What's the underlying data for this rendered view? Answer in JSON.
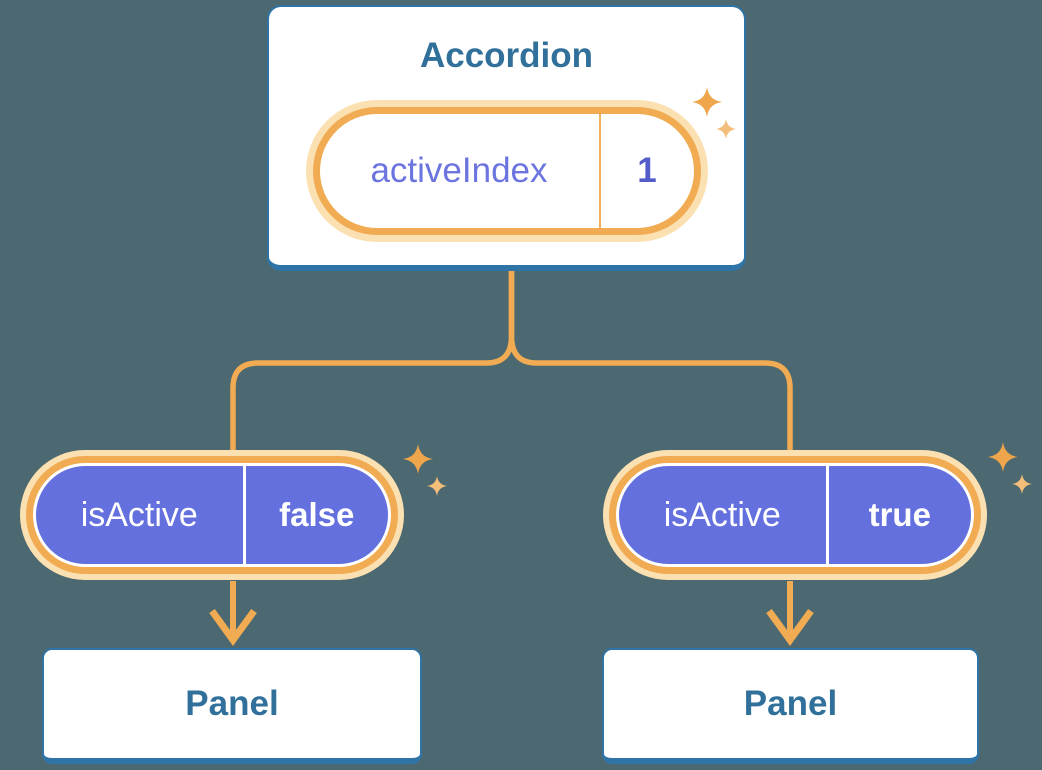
{
  "colors": {
    "background": "#4C6870",
    "card_fill": "#FFFFFF",
    "card_border_blue": "#2E74A6",
    "heading_text_blue": "#30709A",
    "connector_orange": "#F1AB53",
    "pill_glow_cream": "#FBE1B2",
    "pill_divider_orange": "#F2B05C",
    "prop_pill_purple": "#6470DE",
    "state_label_purple": "#6B74DF",
    "state_value_indigo": "#545CC9",
    "text_on_purple": "#FFFFFF"
  },
  "icons": {
    "sparkle": "four-point star",
    "arrow_down": "orange V-head down arrow",
    "connector": "forked elbow connector"
  },
  "diagram": {
    "accordion": {
      "title": "Accordion",
      "pill": {
        "label": "activeIndex",
        "value": "1"
      }
    },
    "branches": [
      {
        "pill": {
          "label": "isActive",
          "value": "false"
        },
        "panel": {
          "title": "Panel"
        }
      },
      {
        "pill": {
          "label": "isActive",
          "value": "true"
        },
        "panel": {
          "title": "Panel"
        }
      }
    ]
  }
}
